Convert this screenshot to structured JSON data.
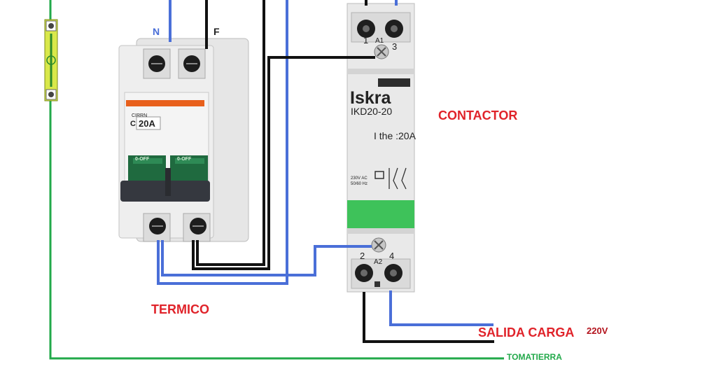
{
  "labels": {
    "neutral": "N",
    "phase": "F",
    "breaker_rating": "20A",
    "breaker_brand": "CIRRN",
    "breaker_curve": "C",
    "breaker_off_1": "0-OFF",
    "breaker_off_2": "0-OFF",
    "termico": "TERMICO",
    "contactor": "CONTACTOR",
    "salida_carga": "SALIDA CARGA",
    "voltage": "220V",
    "tomatierra": "TOMATIERRA",
    "contactor_brand": "Iskra",
    "contactor_model": "IKD20-20",
    "contactor_rating": "I the :20A",
    "terminal_a1": "A1",
    "terminal_1": "1",
    "terminal_3": "3",
    "terminal_2": "2",
    "terminal_4": "4",
    "terminal_a2": "A2",
    "coil_spec_1": "230V AC",
    "coil_spec_2": "50/60 Hz"
  },
  "colors": {
    "label_red": "#e0232a",
    "neutral_wire": "#4a6fd8",
    "phase_wire": "#111111",
    "earth_wire": "#22a94a",
    "breaker_stripe": "#e8601c",
    "contactor_green_band": "#3ec25a"
  }
}
